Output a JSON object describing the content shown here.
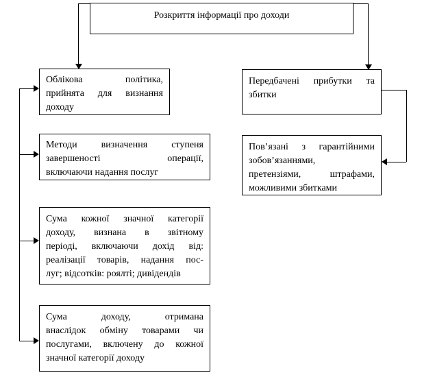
{
  "diagram": {
    "title_box": {
      "text": "Розкриття інформації про доходи"
    },
    "left_column": [
      {
        "id": "accounting-policy",
        "lines": [
          "Облікова політика,",
          "прийнята для визнання",
          "доходу"
        ]
      },
      {
        "id": "completion-degree-methods",
        "lines": [
          "Методи визначення ступеня",
          "завершеності операції,",
          "включаючи надання послуг"
        ]
      },
      {
        "id": "income-category-amounts",
        "lines": [
          "Сума кожної значної категорії",
          "доходу, визнана в звітному",
          "періоді, включаючи дохід від:",
          "реалізації товарів, надання пос-",
          "луг; відсотків: роялті; дивідендів"
        ]
      },
      {
        "id": "exchange-income-amount",
        "lines": [
          "Сума доходу, отримана",
          "внаслідок обміну товарами чи",
          "послугами, включену до кожної",
          "значної категорії доходу"
        ]
      }
    ],
    "right_column": [
      {
        "id": "expected-profits-losses",
        "lines": [
          "Передбачені прибутки та",
          "збитки"
        ]
      },
      {
        "id": "warranty-related",
        "lines": [
          "Пов’язані з гарантійними",
          "зобов’язаннями,",
          "претензіями, штрафами,",
          "можливими збитками"
        ]
      }
    ],
    "colors": {
      "line": "#000000",
      "background": "#ffffff",
      "text": "#000000"
    }
  }
}
